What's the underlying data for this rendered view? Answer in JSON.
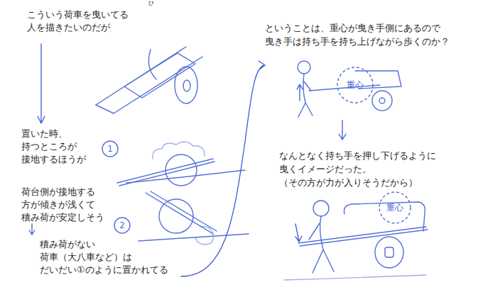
{
  "diagram": {
    "nodes": [
      {
        "text": [
          "1"
        ]
      },
      {
        "text": [
          "2"
        ]
      },
      {
        "text": [
          "重心"
        ]
      },
      {
        "text": [
          "重心"
        ]
      }
    ],
    "labels": [
      "ひ",
      "こういう荷車を曳いてる 人を描きたいのだが",
      "置いた時、 持つところが 接地するほうが",
      "荷台側が接地する 方が傾きが浅くて 積み荷が安定しそう",
      "積み荷がない 荷車（大八車など）は だいだい①のように置かれてる",
      "ということは、重心が曳き手側にあるので 曳き手は持ち手を持ち上げながら歩くのか？",
      "なんとなく持ち手を押し下げるように 曳くイメージだった。 （その方が力が入りそうだから）"
    ]
  }
}
